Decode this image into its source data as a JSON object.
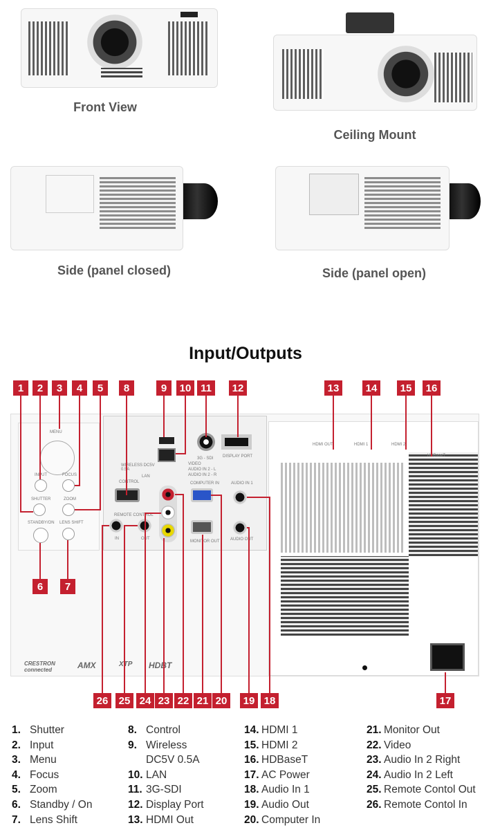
{
  "captions": {
    "front": "Front View",
    "ceiling": "Ceiling Mount",
    "side_closed": "Side (panel closed)",
    "side_open": "Side (panel open)"
  },
  "section_title": "Input/Outputs",
  "panel_labels": {
    "menu": "MENU",
    "input": "INPUT",
    "focus": "FOCUS",
    "shutter": "SHUTTER",
    "zoom": "ZOOM",
    "standby": "STANDBY/ON",
    "lens_shift": "LENS SHIFT",
    "control": "CONTROL",
    "remote_control": "REMOTE CONTROL",
    "in": "IN",
    "out": "OUT",
    "sdi": "3G - SDI",
    "display_port": "DISPLAY PORT",
    "computer_in": "COMPUTER IN",
    "audio_in1": "AUDIO IN 1",
    "audio_out": "AUDIO OUT",
    "monitor_out": "MONITOR OUT",
    "video": "VIDEO",
    "audio_in2_l": "AUDIO IN 2 - L",
    "audio_in2_r": "AUDIO IN 2 - R",
    "wireless": "WIRELESS DC5V 0.5A",
    "lan": "LAN",
    "hdmi_out": "HDMI OUT",
    "hdmi1": "HDMI 1",
    "hdmi2": "HDMI 2",
    "hdbaset": "HDBaseT"
  },
  "logos": {
    "crestron": "CRESTRON connected",
    "amx": "AMX",
    "xtp": "XTP",
    "hdbt": "HDBT"
  },
  "accent_color": "#c4202f",
  "legend": [
    [
      {
        "n": "1.",
        "t": "Shutter"
      },
      {
        "n": "2.",
        "t": "Input"
      },
      {
        "n": "3.",
        "t": "Menu"
      },
      {
        "n": "4.",
        "t": "Focus"
      },
      {
        "n": "5.",
        "t": "Zoom"
      },
      {
        "n": "6.",
        "t": "Standby / On"
      },
      {
        "n": "7.",
        "t": "Lens Shift"
      }
    ],
    [
      {
        "n": "8.",
        "t": "Control"
      },
      {
        "n": "9.",
        "t": "Wireless"
      },
      {
        "n": "",
        "t": "DC5V 0.5A"
      },
      {
        "n": "10.",
        "t": "LAN"
      },
      {
        "n": "11.",
        "t": "3G-SDI"
      },
      {
        "n": "12.",
        "t": "Display Port"
      },
      {
        "n": "13.",
        "t": "HDMI Out"
      }
    ],
    [
      {
        "n": "14.",
        "t": "HDMI 1"
      },
      {
        "n": "15.",
        "t": "HDMI 2"
      },
      {
        "n": "16.",
        "t": "HDBaseT"
      },
      {
        "n": "17.",
        "t": "AC Power"
      },
      {
        "n": "18.",
        "t": "Audio In 1"
      },
      {
        "n": "19.",
        "t": "Audio Out"
      },
      {
        "n": "20.",
        "t": "Computer In"
      }
    ],
    [
      {
        "n": "21.",
        "t": "Monitor Out"
      },
      {
        "n": "22.",
        "t": "Video"
      },
      {
        "n": "23.",
        "t": "Audio In 2 Right"
      },
      {
        "n": "24.",
        "t": "Audio In 2 Left"
      },
      {
        "n": "25.",
        "t": "Remote Contol Out"
      },
      {
        "n": "26.",
        "t": "Remote Contol In"
      }
    ]
  ]
}
